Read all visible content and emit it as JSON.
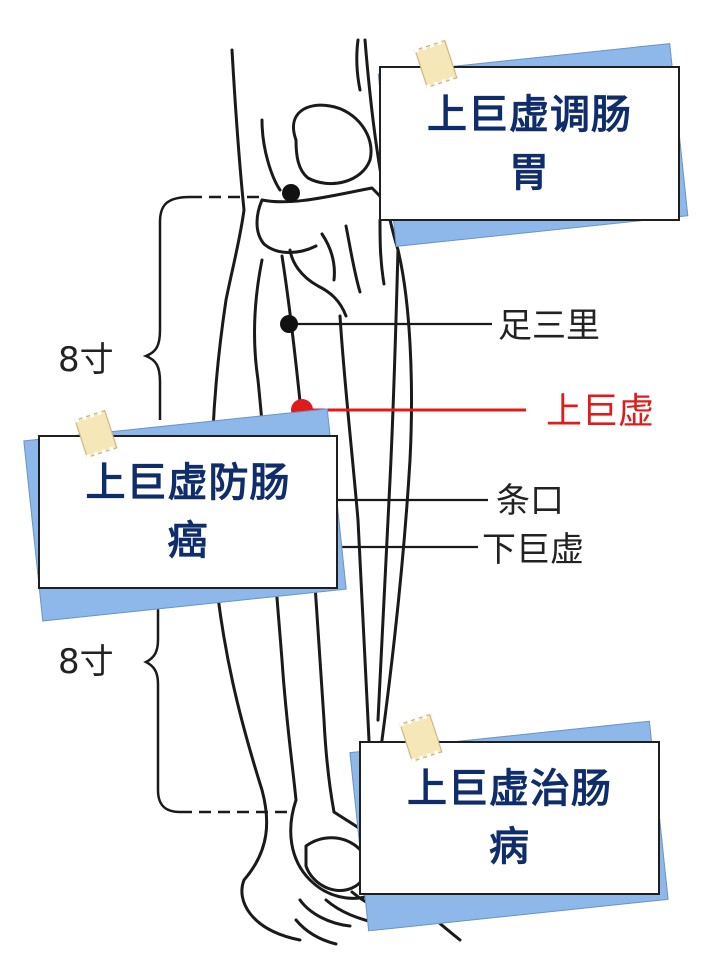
{
  "labels": {
    "zusanli": "足三里",
    "shangjuxu": "上巨虚",
    "tiaokou": "条口",
    "xiajuxu": "下巨虚",
    "measure_top": "8寸",
    "measure_bottom": "8寸"
  },
  "notes": {
    "top_right": "上巨虚调肠胃",
    "middle_left": "上巨虚防肠癌",
    "bottom_right": "上巨虚治肠病"
  },
  "colors": {
    "highlight": "#e01b1b",
    "note_text": "#102d6b",
    "note_back": "#8fb8ea",
    "tape": "#f5e7b8",
    "line": "#1a1a1a"
  }
}
